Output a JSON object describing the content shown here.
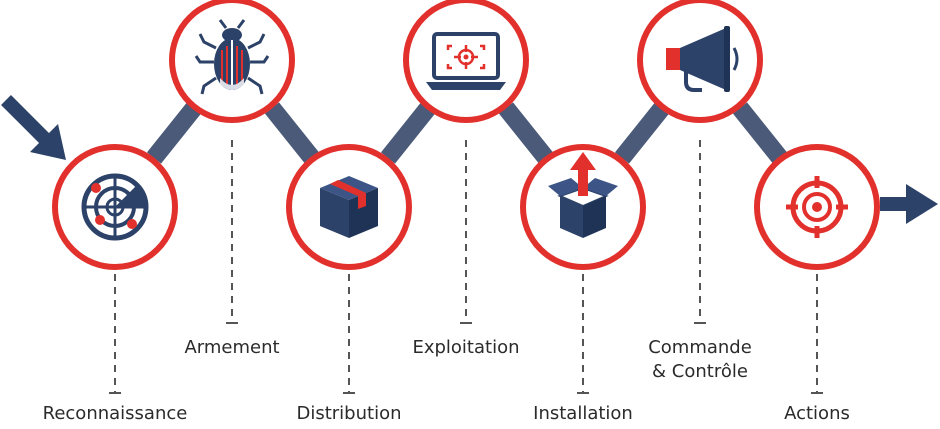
{
  "colors": {
    "navy": "#2c4268",
    "navy_dark": "#1f3356",
    "red": "#e2312d",
    "connector": "#4a5a78",
    "dash": "#555555",
    "text": "#2b2b2b"
  },
  "stages": [
    {
      "label": "Reconnaissance",
      "icon": "radar-icon"
    },
    {
      "label": "Armement",
      "icon": "bug-icon"
    },
    {
      "label": "Distribution",
      "icon": "package-icon"
    },
    {
      "label": "Exploitation",
      "icon": "laptop-target-icon"
    },
    {
      "label": "Installation",
      "icon": "box-upload-icon"
    },
    {
      "label": "Commande\n& Contrôle",
      "icon": "megaphone-icon"
    },
    {
      "label": "Actions",
      "icon": "target-icon"
    }
  ]
}
